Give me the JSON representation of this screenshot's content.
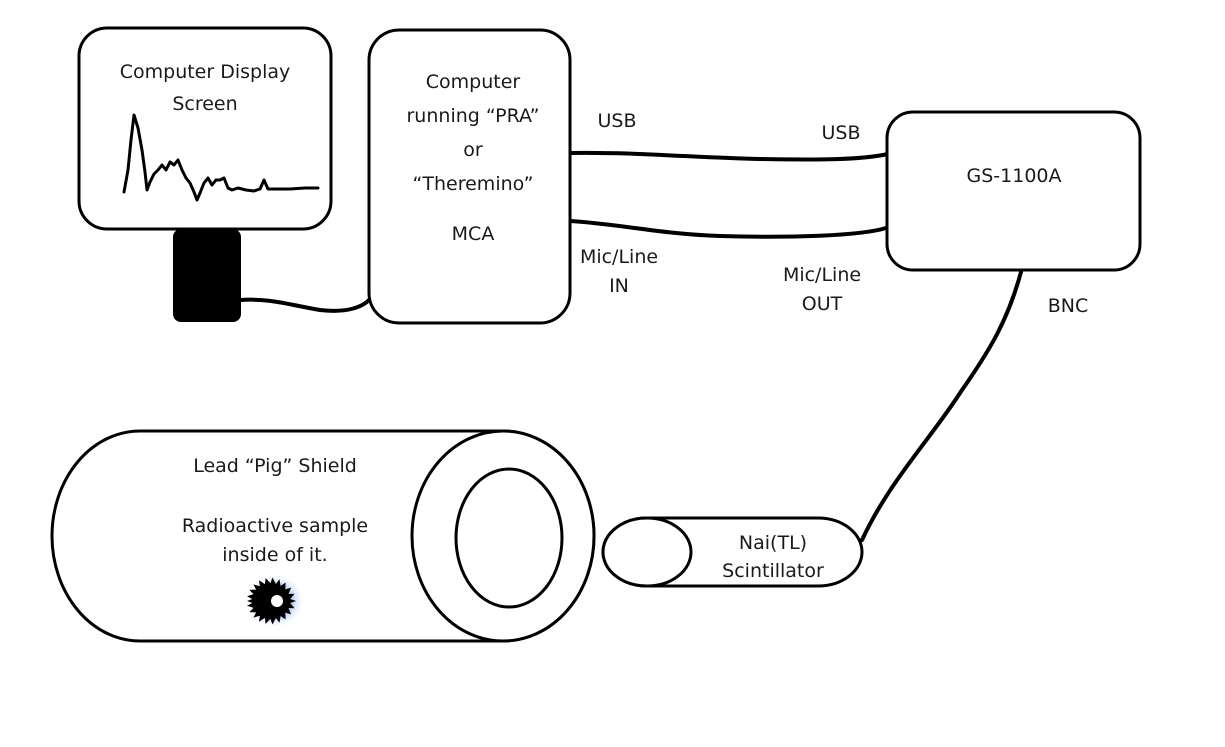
{
  "display": {
    "line1": "Computer Display",
    "line2": "Screen"
  },
  "computer": {
    "line1": "Computer",
    "line2": "running “PRA”",
    "line3": "or",
    "line4": "“Theremino”",
    "line5": "MCA"
  },
  "gs": {
    "label": "GS-1100A"
  },
  "cables": {
    "usb_left": "USB",
    "usb_right": "USB",
    "mic_in_1": "Mic/Line",
    "mic_in_2": "IN",
    "mic_out_1": "Mic/Line",
    "mic_out_2": "OUT",
    "bnc": "BNC"
  },
  "shield": {
    "title": "Lead “Pig” Shield",
    "desc1": "Radioactive sample",
    "desc2": "inside of it."
  },
  "scintillator": {
    "line1": "Nai(TL)",
    "line2": "Scintillator"
  },
  "colors": {
    "stroke": "#000000",
    "glow": "#4a7fe0",
    "fill": "#ffffff"
  }
}
